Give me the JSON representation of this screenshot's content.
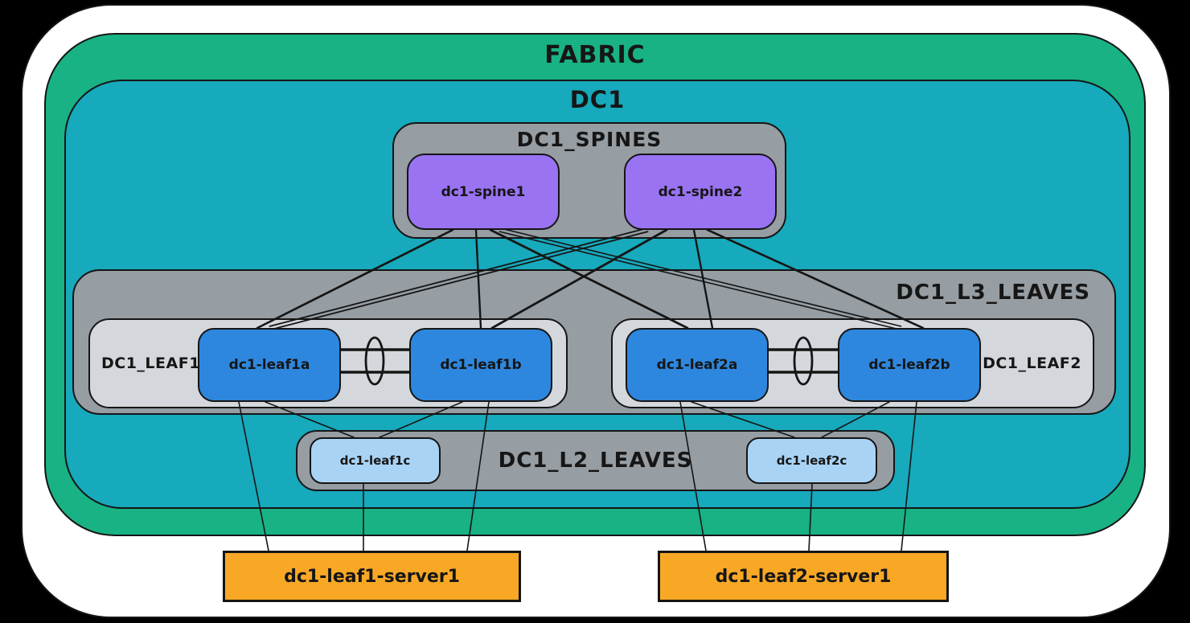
{
  "colors": {
    "background": "#000000",
    "frame": "#ffffff",
    "fabric": "#19b284",
    "dc1": "#17a9bc",
    "group_gray": "#969da3",
    "leaf_panel_gray": "#d4d8dc",
    "spine_node": "#9a73f2",
    "l3_leaf_node": "#2d87de",
    "l2_leaf_node": "#a9d3f5",
    "server_node": "#f9a826",
    "ink": "#151515"
  },
  "fabric": {
    "label": "FABRIC"
  },
  "dc1": {
    "label": "DC1"
  },
  "spines": {
    "label": "DC1_SPINES",
    "nodes": [
      {
        "id": "dc1-spine1",
        "label": "dc1-spine1"
      },
      {
        "id": "dc1-spine2",
        "label": "dc1-spine2"
      }
    ]
  },
  "l3_leaves": {
    "label": "DC1_L3_LEAVES",
    "groups": [
      {
        "label": "DC1_LEAF1",
        "nodes": [
          {
            "id": "dc1-leaf1a",
            "label": "dc1-leaf1a"
          },
          {
            "id": "dc1-leaf1b",
            "label": "dc1-leaf1b"
          }
        ]
      },
      {
        "label": "DC1_LEAF2",
        "nodes": [
          {
            "id": "dc1-leaf2a",
            "label": "dc1-leaf2a"
          },
          {
            "id": "dc1-leaf2b",
            "label": "dc1-leaf2b"
          }
        ]
      }
    ]
  },
  "l2_leaves": {
    "label": "DC1_L2_LEAVES",
    "nodes": [
      {
        "id": "dc1-leaf1c",
        "label": "dc1-leaf1c"
      },
      {
        "id": "dc1-leaf2c",
        "label": "dc1-leaf2c"
      }
    ]
  },
  "servers": {
    "nodes": [
      {
        "id": "dc1-leaf1-server1",
        "label": "dc1-leaf1-server1"
      },
      {
        "id": "dc1-leaf2-server1",
        "label": "dc1-leaf2-server1"
      }
    ]
  },
  "topology": {
    "links": [
      {
        "from": "dc1-spine1",
        "to": "dc1-leaf1a"
      },
      {
        "from": "dc1-spine1",
        "to": "dc1-leaf1b"
      },
      {
        "from": "dc1-spine1",
        "to": "dc1-leaf2a"
      },
      {
        "from": "dc1-spine1",
        "to": "dc1-leaf2b"
      },
      {
        "from": "dc1-spine2",
        "to": "dc1-leaf1a"
      },
      {
        "from": "dc1-spine2",
        "to": "dc1-leaf1b"
      },
      {
        "from": "dc1-spine2",
        "to": "dc1-leaf2a"
      },
      {
        "from": "dc1-spine2",
        "to": "dc1-leaf2b"
      },
      {
        "from": "dc1-leaf1a",
        "to": "dc1-leaf1c"
      },
      {
        "from": "dc1-leaf1b",
        "to": "dc1-leaf1c"
      },
      {
        "from": "dc1-leaf1a",
        "to": "dc1-leaf1-server1"
      },
      {
        "from": "dc1-leaf1b",
        "to": "dc1-leaf1-server1"
      },
      {
        "from": "dc1-leaf1c",
        "to": "dc1-leaf1-server1"
      },
      {
        "from": "dc1-leaf2a",
        "to": "dc1-leaf2c"
      },
      {
        "from": "dc1-leaf2b",
        "to": "dc1-leaf2c"
      },
      {
        "from": "dc1-leaf2a",
        "to": "dc1-leaf2-server1"
      },
      {
        "from": "dc1-leaf2b",
        "to": "dc1-leaf2-server1"
      },
      {
        "from": "dc1-leaf2c",
        "to": "dc1-leaf2-server1"
      }
    ],
    "mlag_pairs": [
      [
        "dc1-leaf1a",
        "dc1-leaf1b"
      ],
      [
        "dc1-leaf2a",
        "dc1-leaf2b"
      ]
    ]
  }
}
